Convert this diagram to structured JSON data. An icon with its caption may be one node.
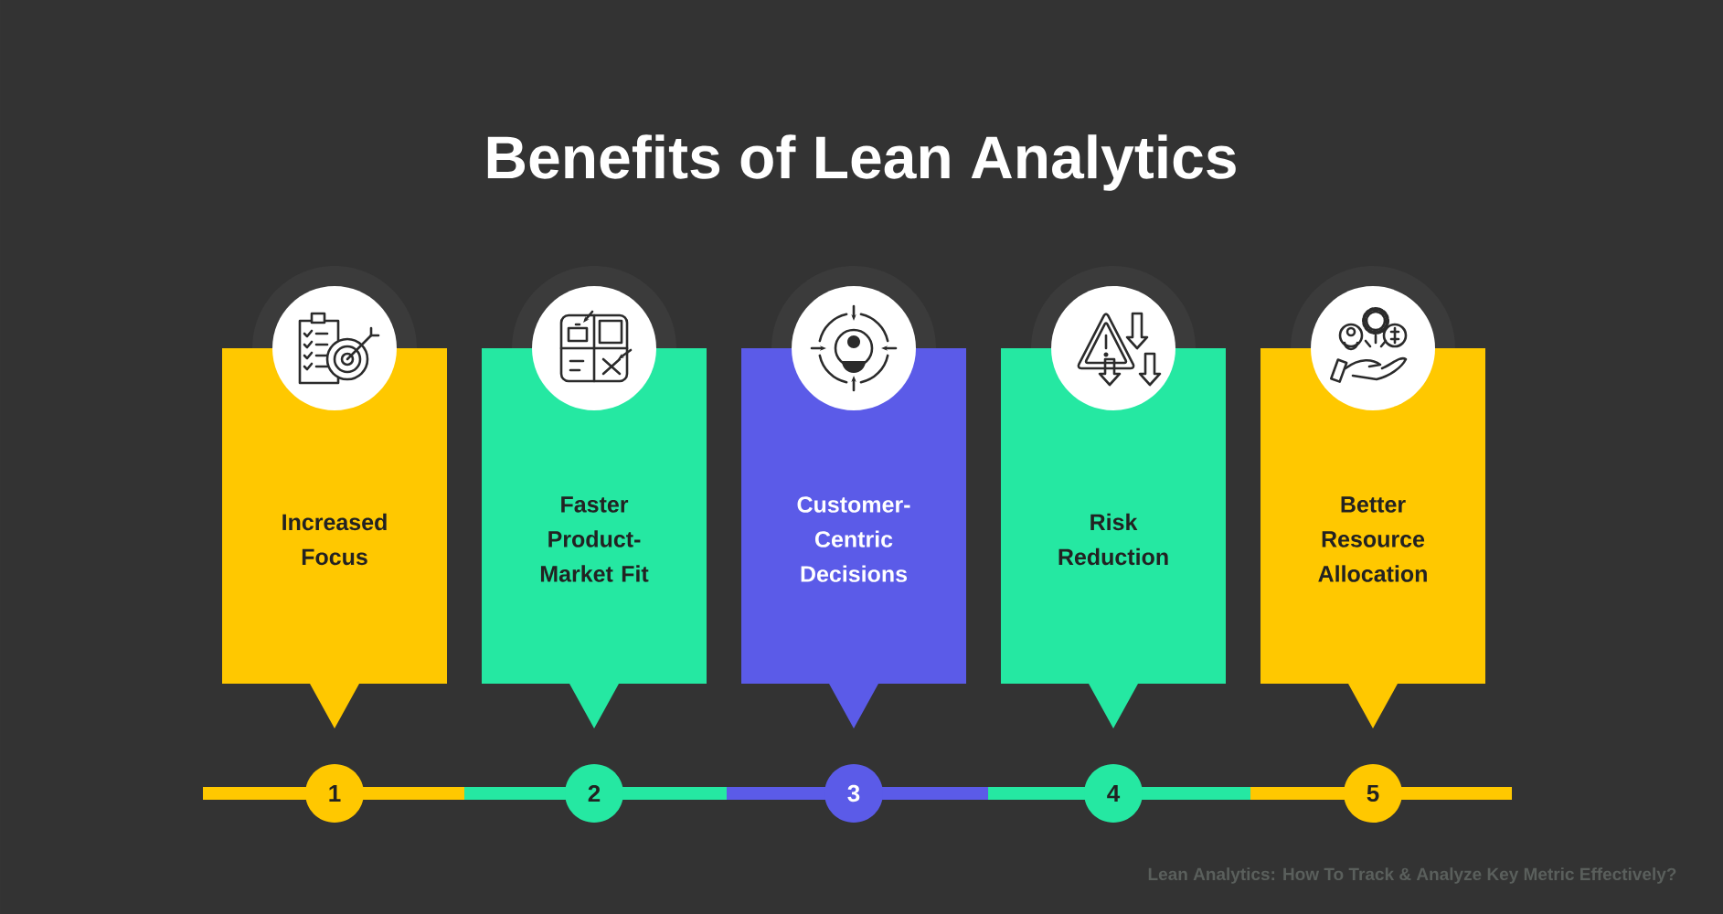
{
  "diagram": {
    "title": "Benefits of Lean Analytics",
    "nodes": [
      {
        "text": [
          "Increased Focus"
        ]
      },
      {
        "text": [
          "Faster Product-Market Fit"
        ]
      },
      {
        "text": [
          "Customer-Centric Decisions"
        ]
      },
      {
        "text": [
          "Risk Reduction"
        ]
      },
      {
        "text": [
          "Better Resource Allocation"
        ]
      },
      {
        "text": [
          "1"
        ]
      },
      {
        "text": [
          "2"
        ]
      },
      {
        "text": [
          "3"
        ]
      },
      {
        "text": [
          "4"
        ]
      },
      {
        "text": [
          "5"
        ]
      }
    ],
    "edges": [],
    "labels": [
      "Lean Analytics: How To Track & Analyze Key Metric Effectively?"
    ]
  }
}
